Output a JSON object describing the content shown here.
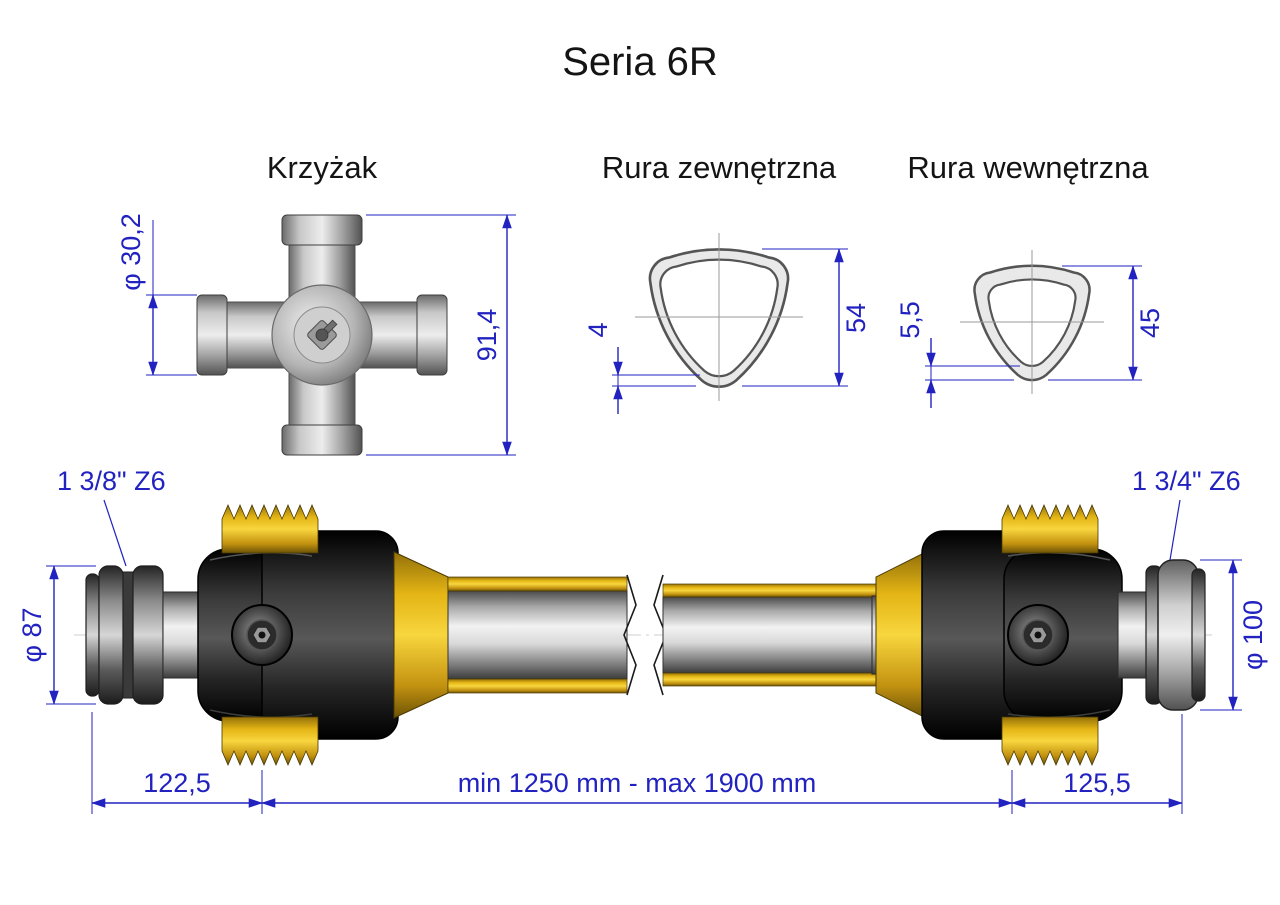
{
  "title": "Seria 6R",
  "colors": {
    "dimension_blue": "#2222c0",
    "guard_yellow": "#e8b912",
    "metal_gray": "#9a9a9a",
    "yoke_black": "#1a1a1a"
  },
  "sections": {
    "cross": {
      "label": "Krzyżak",
      "dims": {
        "cap_diameter": "φ 30,2",
        "overall_height": "91,4"
      }
    },
    "outer_tube": {
      "label": "Rura zewnętrzna",
      "dims": {
        "wall": "4",
        "size": "54"
      }
    },
    "inner_tube": {
      "label": "Rura wewnętrzna",
      "dims": {
        "wall": "5,5",
        "size": "45"
      }
    }
  },
  "shaft": {
    "left_spline": "1 3/8\" Z6",
    "right_spline": "1 3/4\" Z6",
    "left_diameter": "φ 87",
    "right_diameter": "φ 100",
    "left_length": "122,5",
    "total_length": "min 1250 mm - max 1900 mm",
    "right_length": "125,5"
  }
}
